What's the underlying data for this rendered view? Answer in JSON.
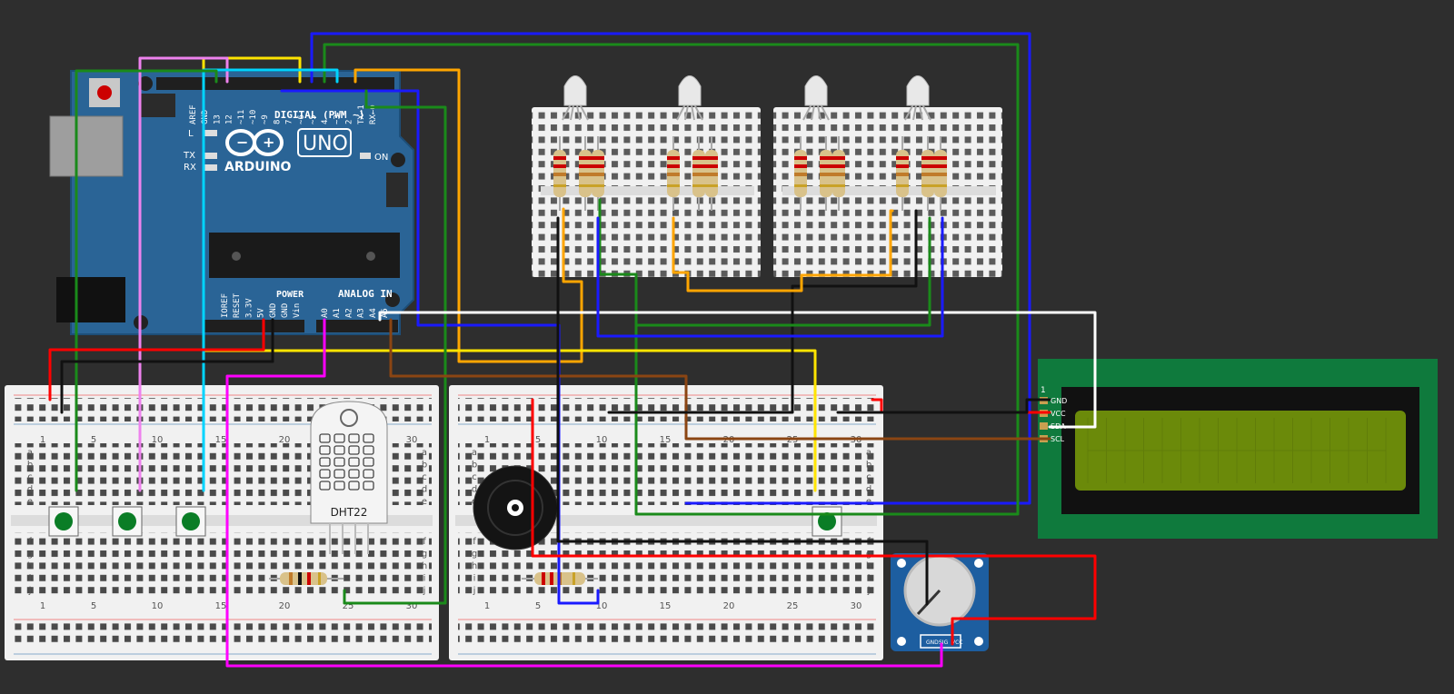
{
  "arduino": {
    "brand": "ARDUINO",
    "model": "UNO",
    "digital_label": "DIGITAL (PWM ~)",
    "analog_label": "ANALOG IN",
    "power_label": "POWER",
    "on_label": "ON",
    "l_label": "L",
    "tx_label": "TX",
    "rx_label": "RX",
    "digital_pins": [
      "AREF",
      "GND",
      "13",
      "12",
      "~11",
      "~10",
      "~9",
      "8",
      "7",
      "~6",
      "~5",
      "4",
      "~3",
      "2",
      "TX→1",
      "RX←0"
    ],
    "power_pins": [
      "IOREF",
      "RESET",
      "3.3V",
      "5V",
      "GND",
      "GND",
      "Vin"
    ],
    "analog_pins": [
      "A0",
      "A1",
      "A2",
      "A3",
      "A4",
      "A5"
    ]
  },
  "breadboard_left": {
    "col_numbers": [
      "1",
      "5",
      "10",
      "15",
      "20",
      "25",
      "30"
    ],
    "rows_top": [
      "a",
      "b",
      "c",
      "d",
      "e"
    ],
    "rows_bottom": [
      "f",
      "g",
      "h",
      "i",
      "j"
    ]
  },
  "breadboard_right": {
    "col_numbers": [
      "1",
      "5",
      "10",
      "15",
      "20",
      "25",
      "30"
    ],
    "rows_top": [
      "a",
      "b",
      "c",
      "d",
      "e"
    ],
    "rows_bottom": [
      "f",
      "g",
      "h",
      "i",
      "j"
    ]
  },
  "dht22": {
    "label": "DHT22"
  },
  "lcd": {
    "pin_number": "1",
    "pins": [
      "GND",
      "VCC",
      "SDA",
      "SCL"
    ]
  },
  "potentiometer": {
    "pins": [
      "GND",
      "SIG",
      "VCC"
    ]
  },
  "colors": {
    "background": "#2e2e2e",
    "arduino_blue": "#2a6496",
    "lcd_green": "#0f7a3d",
    "lcd_screen": "#6b8a0a"
  }
}
